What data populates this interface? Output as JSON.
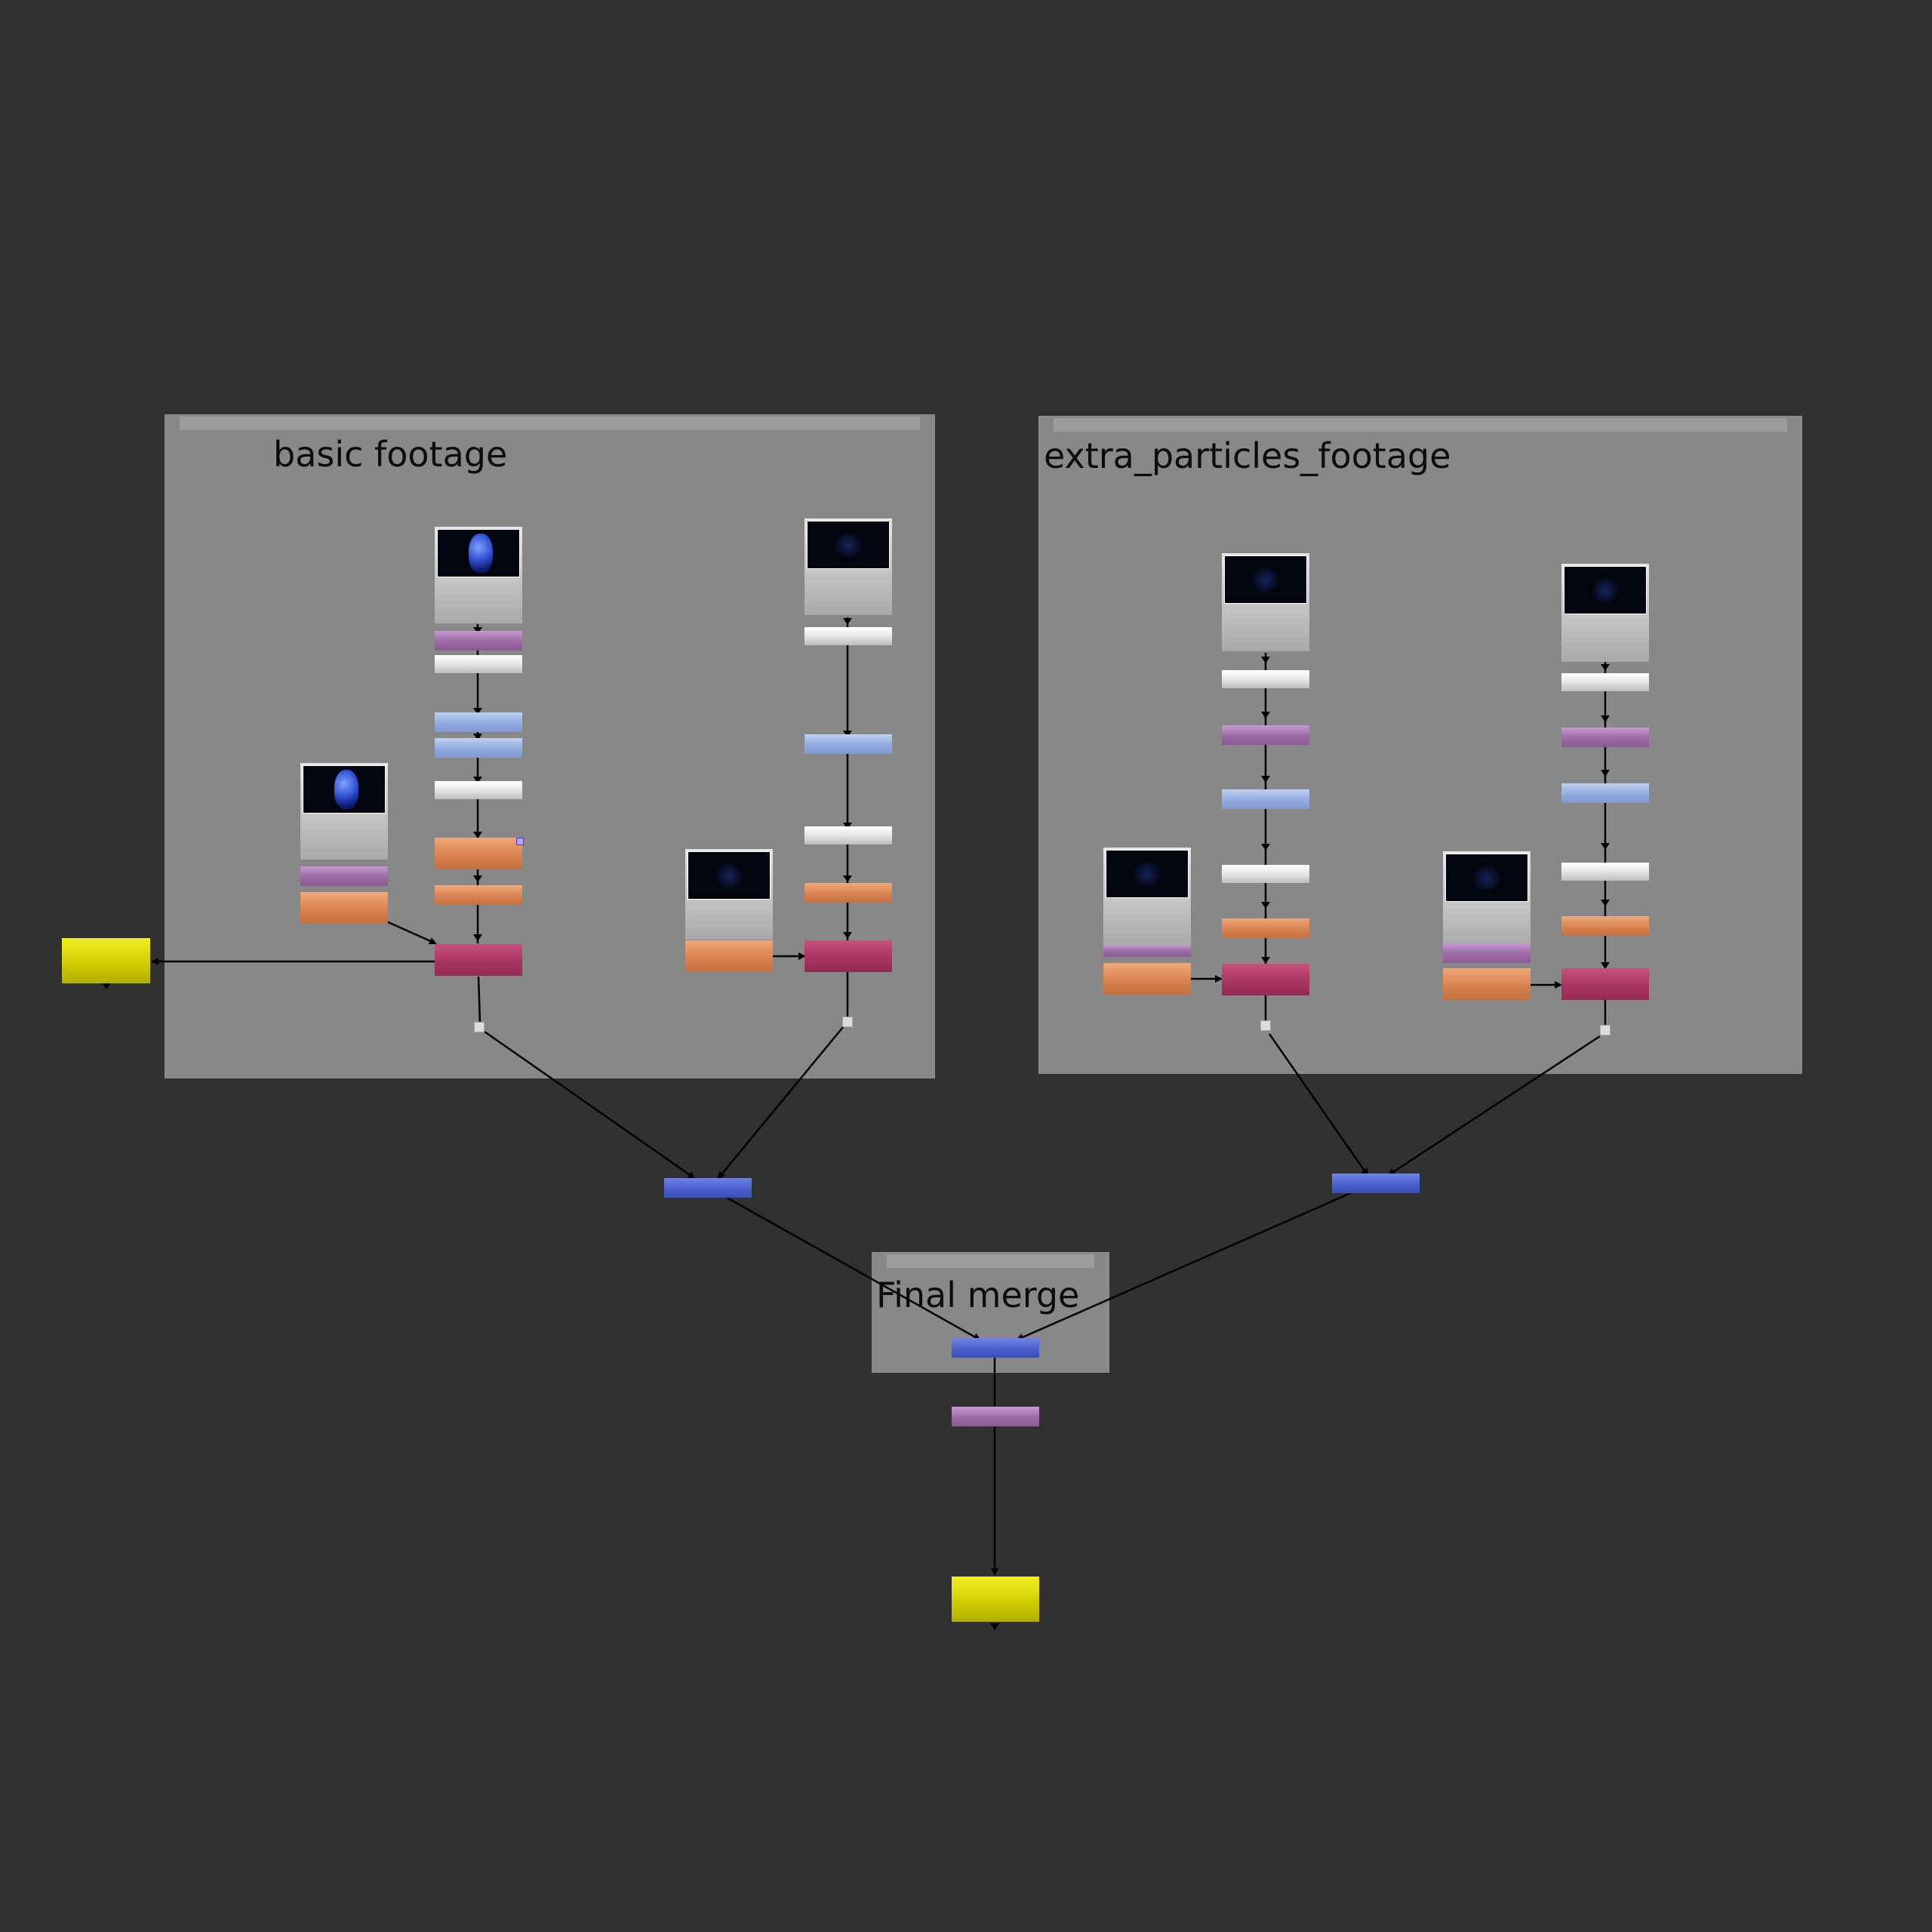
{
  "node_graph": {
    "backdrops": [
      {
        "id": "basic",
        "label": "basic footage"
      },
      {
        "id": "extra",
        "label": "extra_particles_footage"
      },
      {
        "id": "final",
        "label": "Final merge"
      }
    ]
  },
  "colors": {
    "canvas_bg": "#313131",
    "backdrop": "#888888",
    "read_node": "#a9a9a9",
    "grade_node": "#9b6aa6",
    "transform_node": "#e6e6e6",
    "color_node": "#93abe0",
    "merge_node": "#a83560",
    "filter_node": "#d9834f",
    "blend_merge_node": "#4a5fcc",
    "output_node": "#cfcb00"
  },
  "icons": [
    "face-thumbnail-icon",
    "particles-thumbnail-icon",
    "mask-input-icon"
  ]
}
